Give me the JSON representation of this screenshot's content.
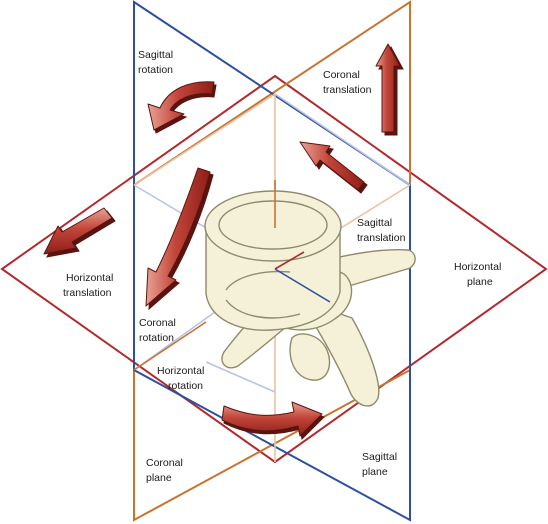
{
  "colors": {
    "horizontal_plane": "#b32a2e",
    "coronal_plane": "#c8742e",
    "sagittal_plane": "#2e4f9e",
    "arrow_fill": "#b5322c",
    "arrow_shadow": "#5a1410",
    "bone_fill": "#f5f1d8",
    "bone_outline": "#8e8a6a"
  },
  "labels": {
    "sagittal_rotation": [
      "Sagittal",
      "rotation"
    ],
    "coronal_translation": [
      "Coronal",
      "translation"
    ],
    "sagittal_translation": [
      "Sagittal",
      "translation"
    ],
    "horizontal_plane": [
      "Horizontal",
      "plane"
    ],
    "horizontal_translation": [
      "Horizontal",
      "translation"
    ],
    "coronal_rotation": [
      "Coronal",
      "rotation"
    ],
    "horizontal_rotation": [
      "Horizontal",
      "rotation"
    ],
    "coronal_plane": [
      "Coronal",
      "plane"
    ],
    "sagittal_plane": [
      "Sagittal",
      "plane"
    ]
  },
  "icons": {
    "bone": "vertebra-icon",
    "arrows": [
      "sagittal-rotation-arrow-icon",
      "coronal-translation-arrow-icon",
      "sagittal-translation-arrow-icon",
      "horizontal-translation-arrow-icon",
      "coronal-rotation-arrow-icon",
      "horizontal-rotation-arrow-icon"
    ]
  }
}
